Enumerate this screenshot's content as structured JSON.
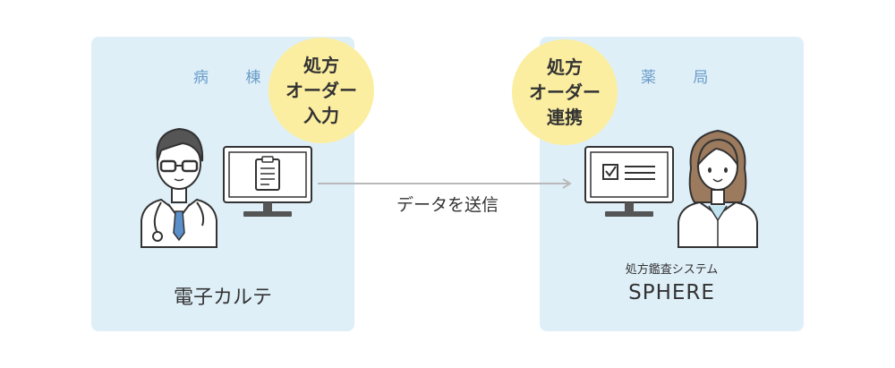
{
  "ward": {
    "label": "病 棟",
    "bubble_lines": [
      "処方",
      "オーダー",
      "入力"
    ],
    "caption": "電子カルテ"
  },
  "pharmacy": {
    "label": "薬 局",
    "bubble_lines": [
      "処方",
      "オーダー",
      "連携"
    ],
    "caption_sub": "処方鑑査システム",
    "caption_main": "SPHERE"
  },
  "arrow": {
    "label": "データを送信"
  },
  "icons": [
    "doctor-icon",
    "monitor-clipboard-icon",
    "monitor-checklist-icon",
    "pharmacist-icon",
    "arrow-right-icon"
  ],
  "colors": {
    "panel": "#dfeff8",
    "bubble": "#fbeea0",
    "label": "#6a9cc9",
    "line": "#333333",
    "arrow": "#b9b9b9"
  }
}
